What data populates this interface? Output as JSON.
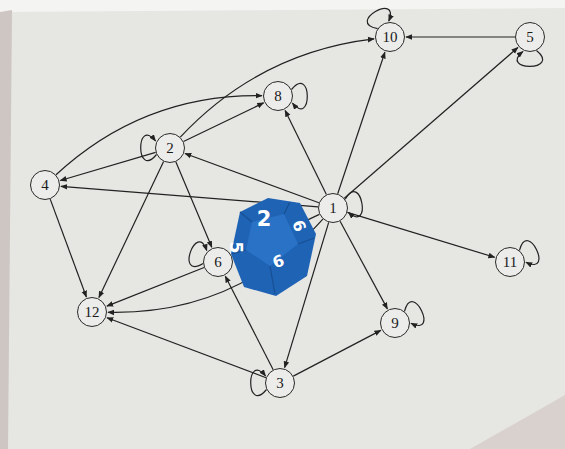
{
  "diagram": {
    "nodes": [
      {
        "text": [
          "10"
        ]
      },
      {
        "text": [
          "5"
        ]
      },
      {
        "text": [
          "8"
        ]
      },
      {
        "text": [
          "2"
        ]
      },
      {
        "text": [
          "4"
        ]
      },
      {
        "text": [
          "1"
        ]
      },
      {
        "text": [
          "11"
        ]
      },
      {
        "text": [
          "6"
        ]
      },
      {
        "text": [
          "12"
        ]
      },
      {
        "text": [
          "9"
        ]
      },
      {
        "text": [
          "3"
        ]
      }
    ],
    "edges": [
      {
        "from": 5,
        "to": 3,
        "arrow": "to"
      },
      {
        "from": 5,
        "to": 10,
        "arrow": "to"
      },
      {
        "from": 5,
        "to": 4,
        "arrow": "to"
      },
      {
        "from": 5,
        "to": 1,
        "arrow": "to"
      },
      {
        "from": 5,
        "to": 7,
        "arrow": "to"
      },
      {
        "from": 5,
        "to": 2,
        "arrow": "to"
      },
      {
        "from": 5,
        "to": 9,
        "arrow": "to"
      },
      {
        "from": 5,
        "to": 0,
        "arrow": "to"
      },
      {
        "from": 5,
        "to": 6,
        "arrow": "to"
      },
      {
        "from": 5,
        "to": 8,
        "arrow": "to"
      },
      {
        "from": 5,
        "to": 5,
        "arrow": "to"
      },
      {
        "from": 3,
        "to": 4,
        "arrow": "to"
      },
      {
        "from": 3,
        "to": 7,
        "arrow": "to"
      },
      {
        "from": 3,
        "to": 2,
        "arrow": "to"
      },
      {
        "from": 3,
        "to": 0,
        "arrow": "to"
      },
      {
        "from": 3,
        "to": 8,
        "arrow": "to"
      },
      {
        "from": 3,
        "to": 3,
        "arrow": "to"
      },
      {
        "from": 4,
        "to": 2,
        "arrow": "to"
      },
      {
        "from": 4,
        "to": 8,
        "arrow": "to"
      },
      {
        "from": 10,
        "to": 7,
        "arrow": "to"
      },
      {
        "from": 10,
        "to": 9,
        "arrow": "to"
      },
      {
        "from": 10,
        "to": 8,
        "arrow": "to"
      },
      {
        "from": 10,
        "to": 10,
        "arrow": "to"
      },
      {
        "from": 1,
        "to": 0,
        "arrow": "to"
      },
      {
        "from": 1,
        "to": 1,
        "arrow": "to"
      },
      {
        "from": 7,
        "to": 8,
        "arrow": "to"
      },
      {
        "from": 7,
        "to": 7,
        "arrow": "to"
      },
      {
        "from": 2,
        "to": 2,
        "arrow": "to"
      },
      {
        "from": 9,
        "to": 9,
        "arrow": "to"
      },
      {
        "from": 6,
        "to": 6,
        "arrow": "to"
      },
      {
        "from": 0,
        "to": 0,
        "arrow": "to"
      }
    ],
    "labels": [
      "2",
      "5",
      "6",
      "6"
    ]
  }
}
